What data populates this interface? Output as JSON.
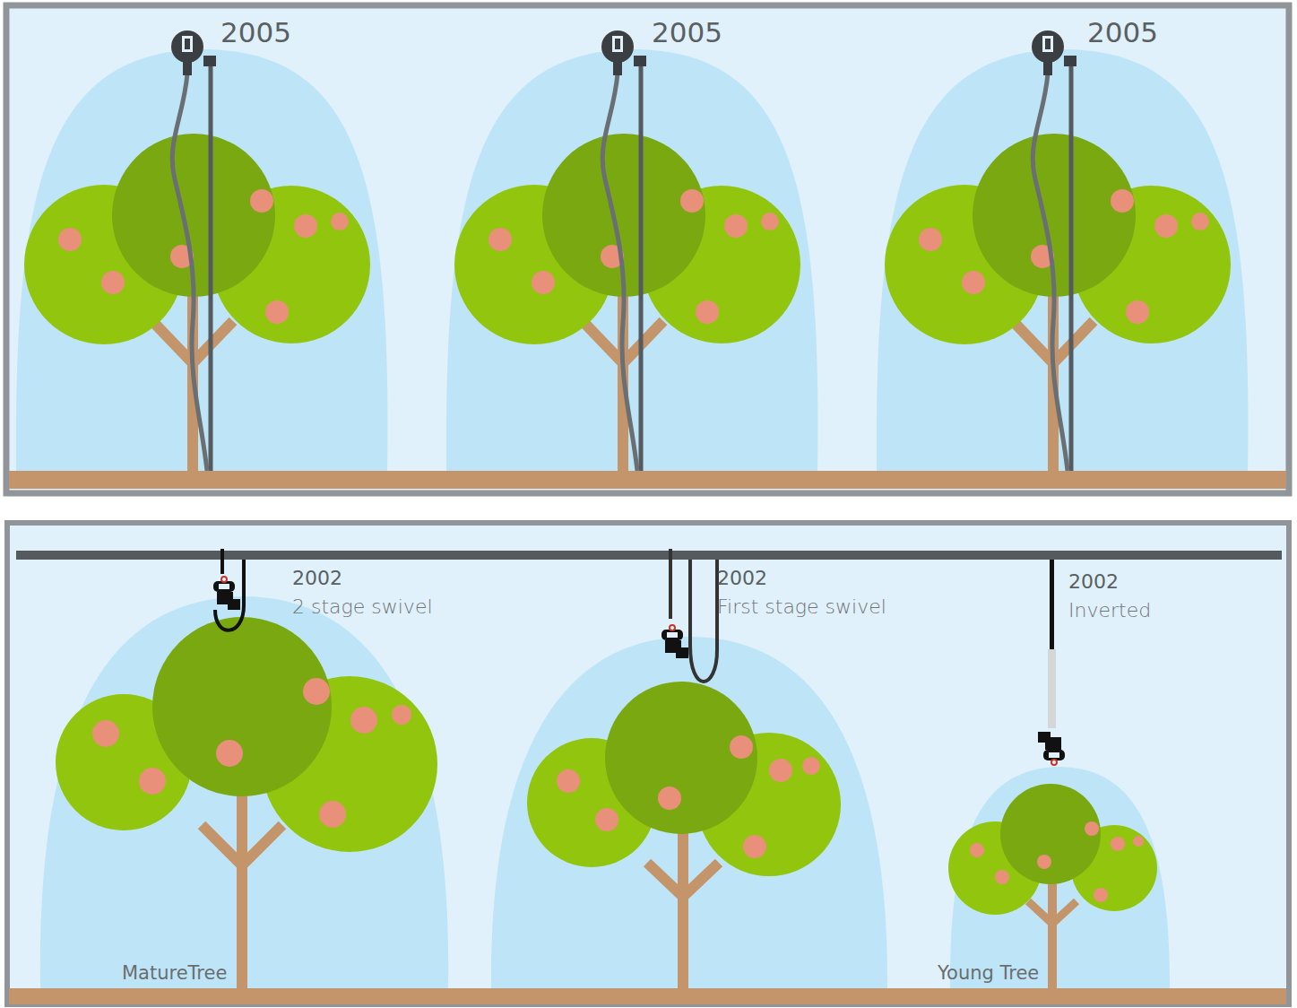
{
  "diagram": {
    "labels": [
      "2005",
      "2005",
      "2005",
      "2002",
      "2 stage swivel",
      "2002",
      "First stage swivel",
      "2002",
      "Inverted",
      "MatureTree",
      "Young Tree"
    ]
  }
}
